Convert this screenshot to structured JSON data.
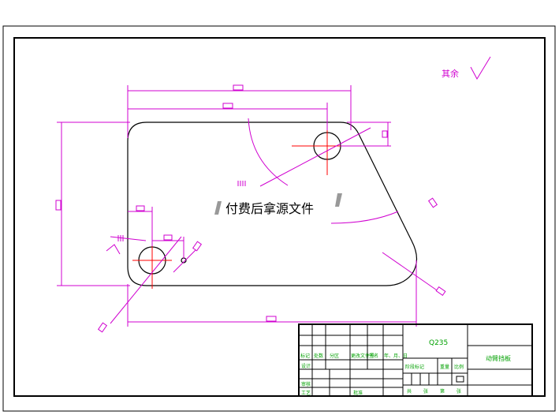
{
  "roughness_note": "其余",
  "watermark": "付费后拿源文件",
  "title_block": {
    "material": "Q235",
    "part_name": "动臂挡板",
    "header_labels": [
      "标记",
      "处数",
      "分区",
      "更改文件号",
      "签名",
      "年、月、日"
    ],
    "left_labels": [
      "设计",
      "审核",
      "工艺"
    ],
    "right_labels": [
      "批准"
    ],
    "stage_labels": [
      "阶段标记",
      "重量",
      "比例"
    ],
    "sheet_labels": [
      "共",
      "张",
      "第",
      "张"
    ]
  }
}
